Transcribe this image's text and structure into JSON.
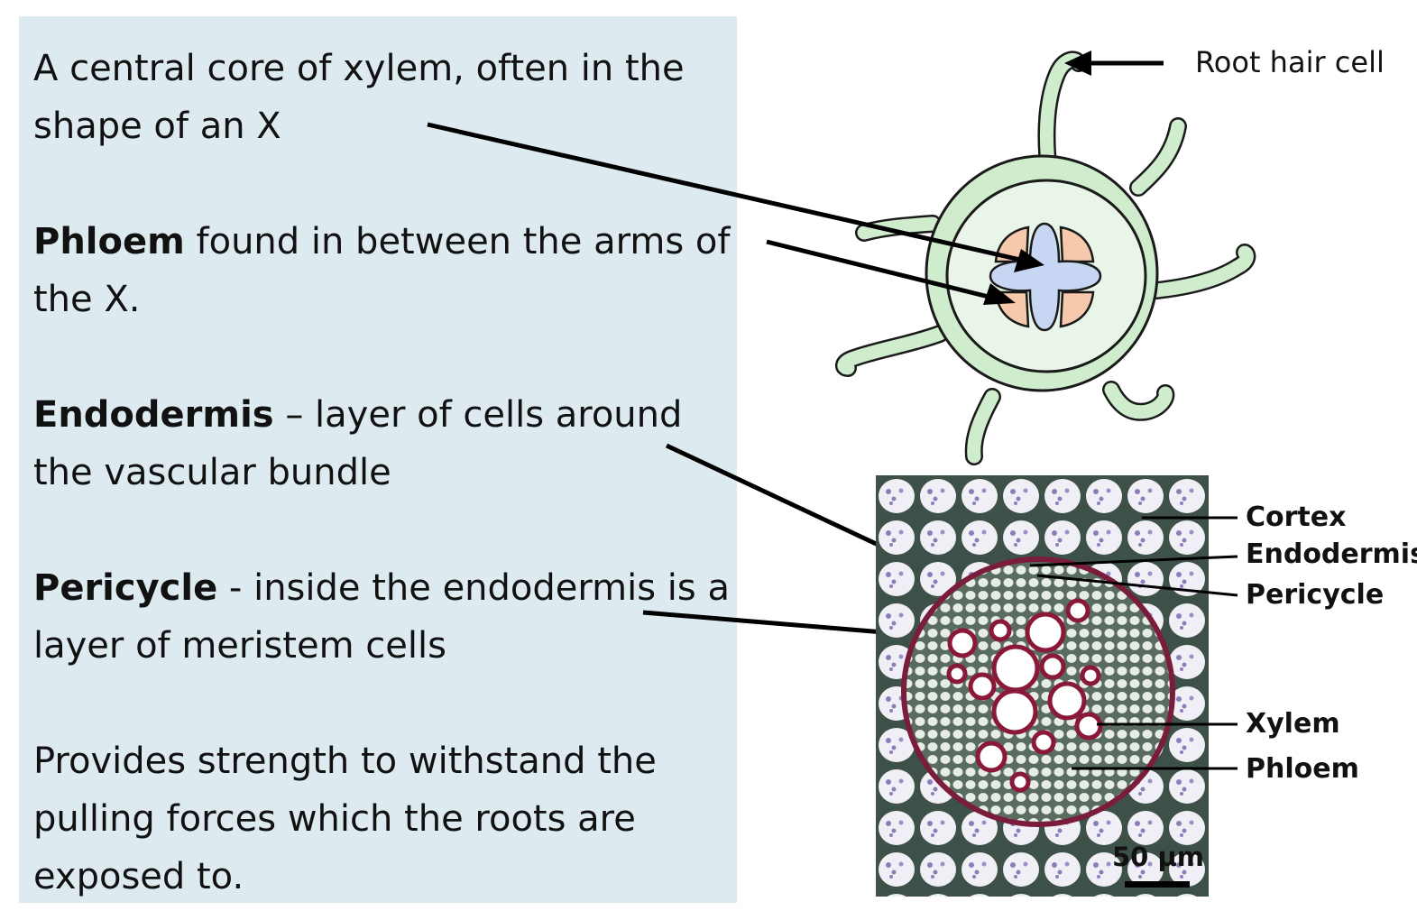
{
  "paragraphs": [
    {
      "bold": "",
      "text": "A central core of xylem, often in the shape of an X"
    },
    {
      "bold": "Phloem",
      "text": " found in between the arms of the X."
    },
    {
      "bold": "Endodermis",
      "text": " – layer of cells around the vascular bundle"
    },
    {
      "bold": "Pericycle",
      "text": " - inside the endodermis is a layer of meristem cells"
    },
    {
      "bold": "",
      "text": "Provides strength to withstand the pulling forces which the roots are exposed to."
    }
  ],
  "diagram": {
    "root_hair_label": "Root hair cell"
  },
  "micrograph": {
    "labels": {
      "cortex": "Cortex",
      "endodermis": "Endodermis",
      "pericycle": "Pericycle",
      "xylem": "Xylem",
      "phloem": "Phloem"
    },
    "scale_bar": "50 µm"
  },
  "colors": {
    "panel": "#ddebf0",
    "root_tissue": "#cfeccd",
    "stele": "#e9f5e8",
    "xylem": "#c7d6f2",
    "phloem": "#f6c9ad",
    "xylem_wall": "#8a1838"
  }
}
